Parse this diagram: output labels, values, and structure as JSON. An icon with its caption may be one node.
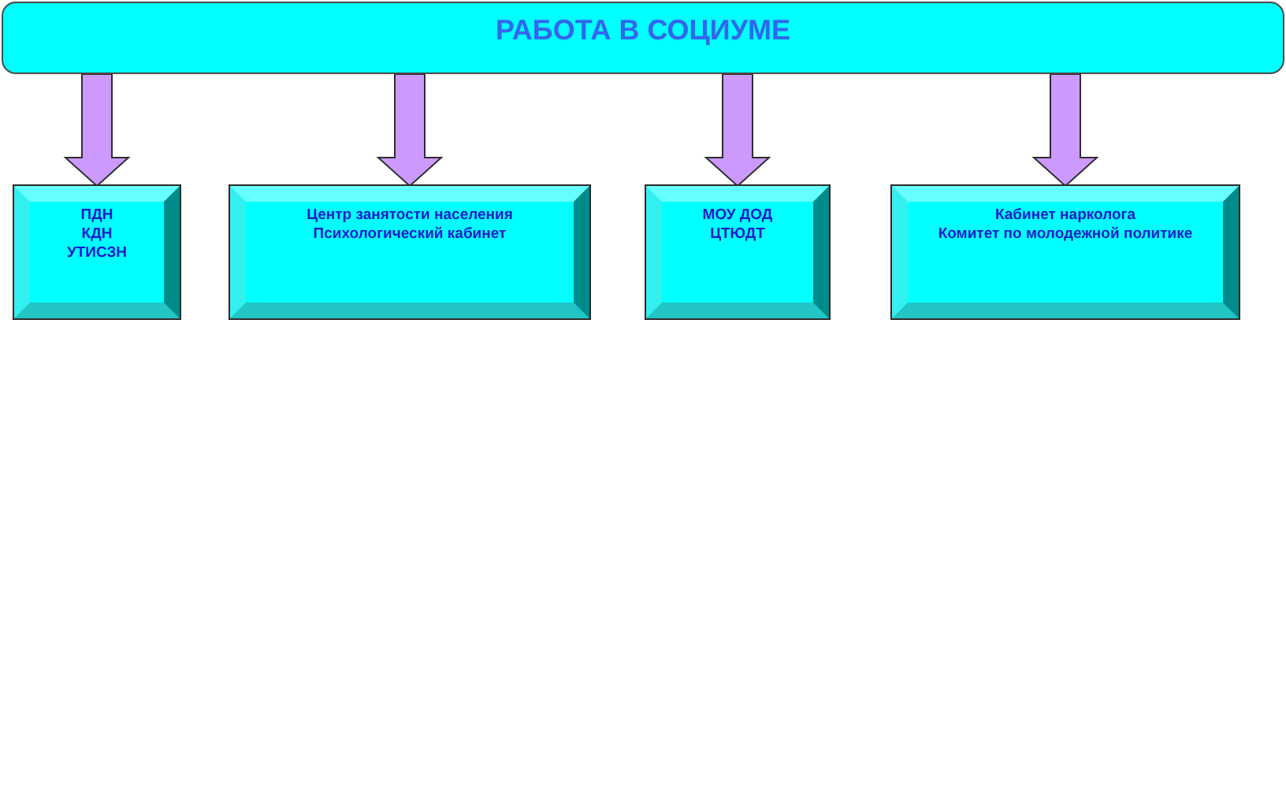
{
  "diagram": {
    "nodes": [
      {
        "text": [
          "РАБОТА В СОЦИУМЕ"
        ]
      },
      {
        "text": [
          "ПДН",
          "КДН",
          "УТИСЗН"
        ]
      },
      {
        "text": [
          "Центр занятости населения",
          "Психологический кабинет"
        ]
      },
      {
        "text": [
          "МОУ ДОД",
          "ЦТЮДТ"
        ]
      },
      {
        "text": [
          "Кабинет нарколога",
          "Комитет по молодежной политике"
        ]
      }
    ],
    "edges": [
      {
        "from": 0,
        "to": 1,
        "arrow": "to"
      },
      {
        "from": 0,
        "to": 2,
        "arrow": "to"
      },
      {
        "from": 0,
        "to": 3,
        "arrow": "to"
      },
      {
        "from": 0,
        "to": 4,
        "arrow": "to"
      }
    ]
  }
}
